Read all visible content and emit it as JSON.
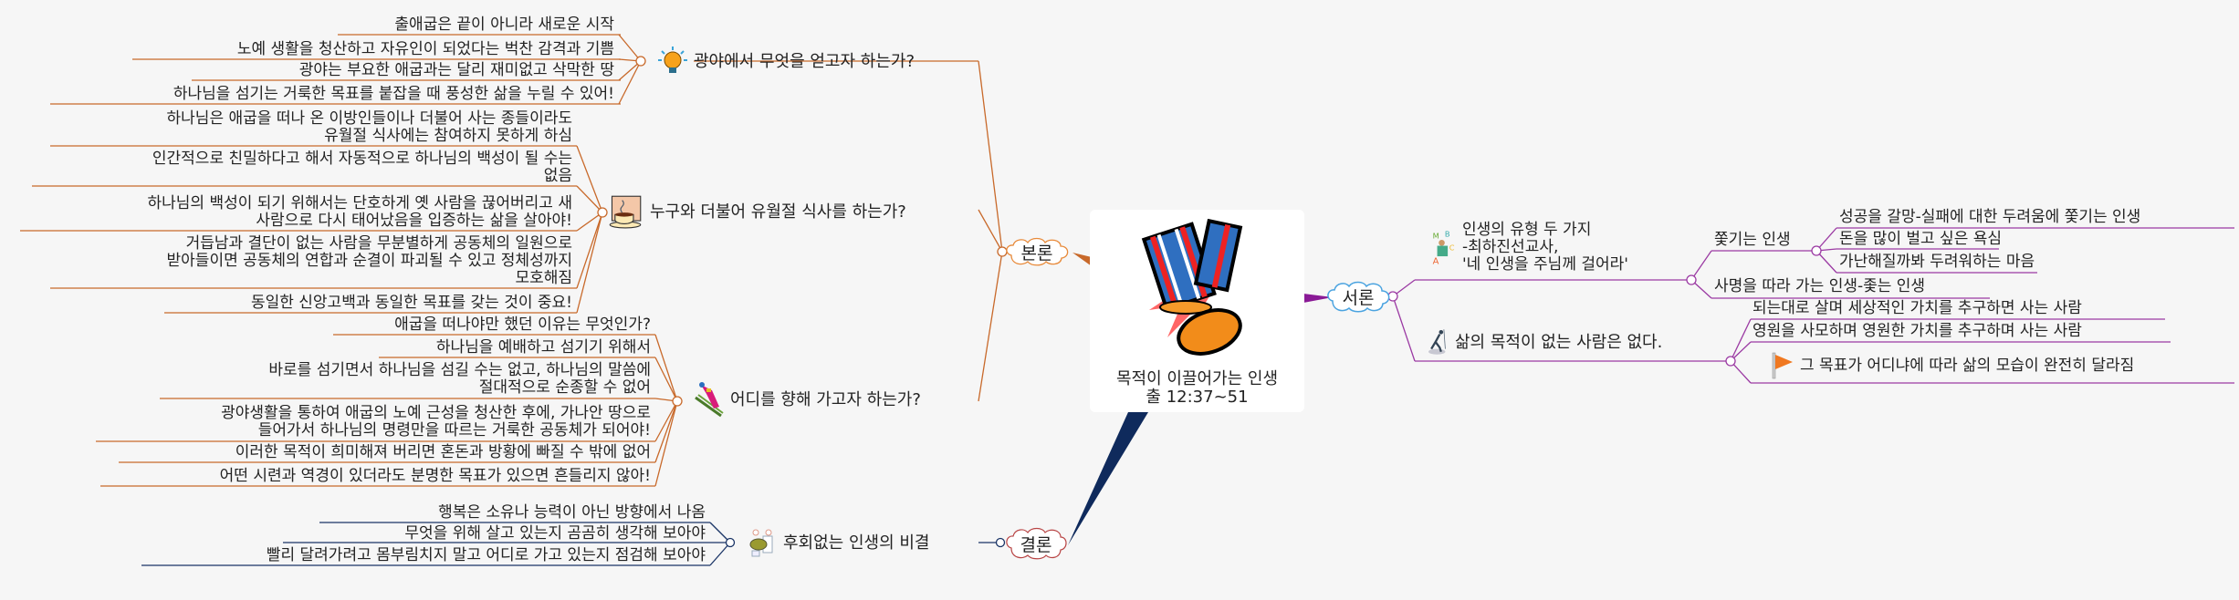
{
  "center": {
    "title": "목적이 이끌어가는 인생",
    "subtitle": "출 12:37~51",
    "icon": "medal-icon"
  },
  "colors": {
    "bonron": "#c8692a",
    "seoron": "#9b3aa3",
    "gyeolron": "#1a3466",
    "background": "#f6f6f6"
  },
  "bonron": {
    "label": "본론",
    "branches": [
      {
        "label": "광야에서 무엇을 얻고자 하는가?",
        "icon": "lightbulb-icon",
        "leaves": [
          "출애굽은 끝이 아니라 새로운 시작",
          "노예 생활을 청산하고 자유인이 되었다는 벅찬 감격과 기쁨",
          "광야는 부요한 애굽과는 달리 재미없고 삭막한 땅",
          "하나님을 섬기는 거룩한 목표를 붙잡을 때 풍성한 삶을 누릴 수 있어!"
        ]
      },
      {
        "label": "누구와 더불어 유월절 식사를 하는가?",
        "icon": "coffee-cup-icon",
        "leaves": [
          "하나님은 애굽을 떠나 온 이방인들이나 더불어 사는 종들이라도\n유월절 식사에는 참여하지 못하게 하심",
          "인간적으로 친밀하다고 해서 자동적으로 하나님의 백성이 될 수는\n없음",
          "하나님의 백성이 되기 위해서는 단호하게 옛 사람을 끊어버리고 새\n사람으로 다시 태어났음을 입증하는 삶을 살아야!",
          "거듭남과 결단이 없는 사람을 무분별하게 공동체의 일원으로\n받아들이면 공동체의 연합과 순결이 파괴될 수 있고 정체성까지\n모호해짐",
          "동일한 신앙고백과 동일한 목표를 갖는 것이 중요!"
        ]
      },
      {
        "label": "어디를 향해 가고자 하는가?",
        "icon": "ski-jumper-icon",
        "leaves": [
          "애굽을 떠나야만 했던 이유는 무엇인가?",
          "하나님을 예배하고 섬기기 위해서",
          "바로를 섬기면서 하나님을 섬길 수는 없고, 하나님의 말씀에\n절대적으로 순종할 수 없어",
          "광야생활을 통하여 애굽의 노예 근성을 청산한 후에, 가나안 땅으로\n들어가서 하나님의 명령만을 따르는 거룩한 공동체가 되어야!",
          "이러한 목적이 희미해져 버리면 혼돈과 방황에 빠질 수 밖에 없어",
          "어떤 시련과 역경이 있더라도 분명한 목표가 있으면 흔들리지 않아!"
        ]
      }
    ]
  },
  "gyeolron": {
    "label": "결론",
    "branches": [
      {
        "label": "후회없는 인생의 비결",
        "icon": "chefs-icon",
        "leaves": [
          "행복은 소유나 능력이 아닌 방향에서 나옴",
          "무엇을 위해 살고 있는지 곰곰히 생각해 보아야",
          "빨리 달려가려고 몸부림치지 말고 어디로 가고 있는지 점검해 보아야"
        ]
      }
    ]
  },
  "seoron": {
    "label": "서론",
    "branches": [
      {
        "label": "인생의 유형 두 가지\n-최하진선교사,\n'네 인생을 주님께 걸어라'",
        "icon": "alphabet-kids-icon",
        "children": [
          {
            "label": "쫓기는 인생",
            "leaves": [
              "성공을 갈망-실패에 대한 두려움에 쫓기는 인생",
              "돈을 많이 벌고 싶은 욕심",
              "가난해질까봐 두려워하는 마음"
            ]
          },
          {
            "label": "사명을 따라 가는 인생-좇는 인생",
            "leaves": []
          }
        ]
      },
      {
        "label": "삶의 목적이 없는 사람은 없다.",
        "icon": "skier-icon",
        "leaves": [
          "되는대로 살며 세상적인 가치를 추구하면 사는 사람",
          "영원을 사모하며 영원한 가치를 추구하며 사는 사람",
          "그 목표가 어디냐에 따라 삶의 모습이 완전히 달라짐"
        ],
        "leaf_icons": [
          "",
          "",
          "flag-icon"
        ]
      }
    ]
  }
}
